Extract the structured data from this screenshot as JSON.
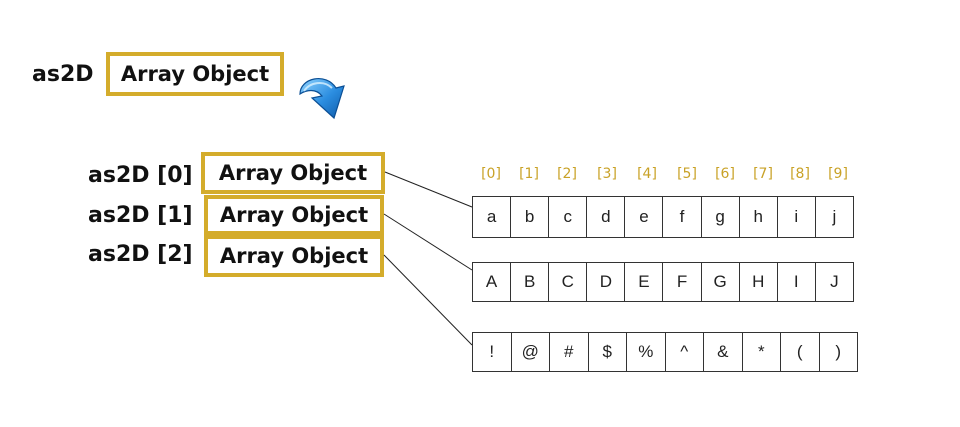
{
  "top": {
    "name": "as2D",
    "object_label": "Array Object"
  },
  "rows": [
    {
      "label": "as2D [0]",
      "object_label": "Array Object",
      "cells": [
        "a",
        "b",
        "c",
        "d",
        "e",
        "f",
        "g",
        "h",
        "i",
        "j"
      ]
    },
    {
      "label": "as2D [1]",
      "object_label": "Array Object",
      "cells": [
        "A",
        "B",
        "C",
        "D",
        "E",
        "F",
        "G",
        "H",
        "I",
        "J"
      ]
    },
    {
      "label": "as2D [2]",
      "object_label": "Array Object",
      "cells": [
        "!",
        "@",
        "#",
        "$",
        "%",
        "^",
        "&",
        "*",
        "(",
        ")"
      ]
    }
  ],
  "indices": [
    "[0]",
    "[1]",
    "[2]",
    "[3]",
    "[4]",
    "[5]",
    "[6]",
    "[7]",
    "[8]",
    "[9]"
  ],
  "colors": {
    "highlight_border": "#d4ac2b",
    "index_text": "#c9a227",
    "arrow_blue": "#1e7fd0"
  },
  "icons": [
    "curved-arrow-down-icon"
  ]
}
